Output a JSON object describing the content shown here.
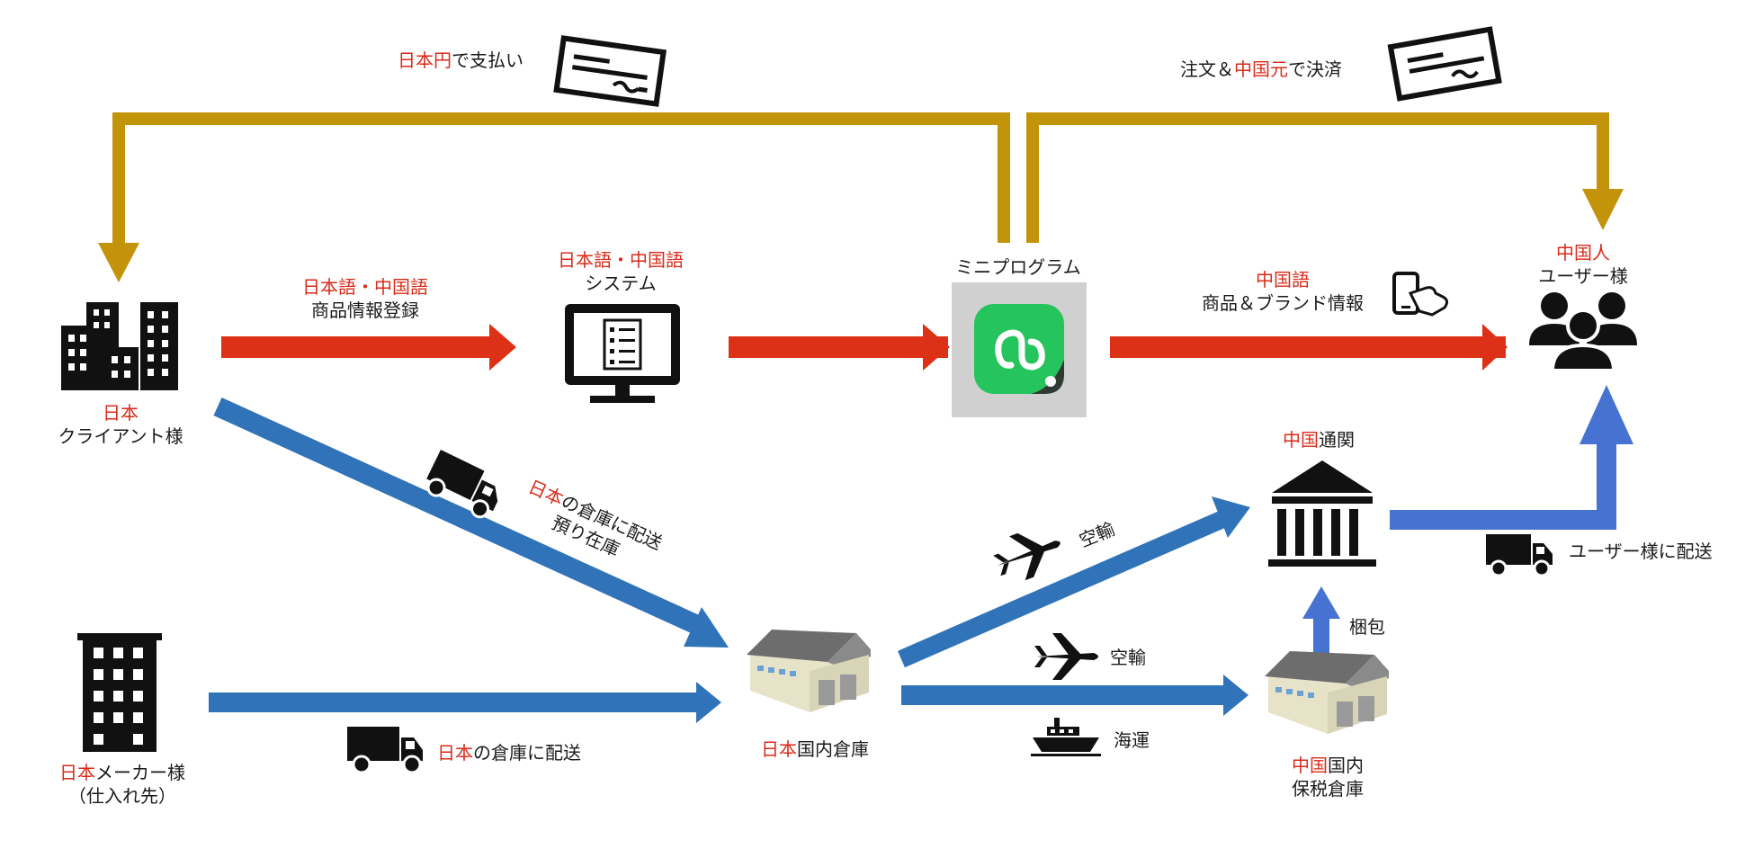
{
  "colors": {
    "payment_flow": "#c39309",
    "info_flow": "#dc3116",
    "logistics_flow": "#3173b8",
    "customer_arrow": "#4673d2",
    "red_text": "#d92b1a",
    "icon": "#111111",
    "app_green": "#26c45c",
    "app_bg": "#cfd0cf"
  },
  "nodes": {
    "client": {
      "line1_red": "日本",
      "line2": "クライアント様",
      "icon": "office-buildings-icon"
    },
    "maker": {
      "line1_red": "日本",
      "line1_black": "メーカー様",
      "line2": "（仕入れ先）",
      "icon": "office-tower-icon"
    },
    "system": {
      "line1": "日本語・中国語",
      "line2": "システム",
      "icon": "monitor-document-icon"
    },
    "miniprogram": {
      "title": "ミニプログラム",
      "icon": "mini-program-app-icon"
    },
    "users": {
      "line1": "中国人",
      "line2": "ユーザー様",
      "icon": "user-group-icon"
    },
    "jp_warehouse": {
      "label_red": "日本",
      "label_black": "国内倉庫",
      "icon": "warehouse-icon"
    },
    "customs": {
      "label_red": "中国",
      "label_black": "通関",
      "icon": "government-building-icon"
    },
    "bonded_warehouse": {
      "line1_red": "中国",
      "line1_black": "国内",
      "line2": "保税倉庫",
      "icon": "warehouse-icon"
    }
  },
  "labels": {
    "pay_jpy": {
      "red": "日本円",
      "black": "で支払い"
    },
    "order_cny": {
      "black1": "注文＆",
      "red": "中国元",
      "black2": "で決済"
    },
    "register": {
      "line1": "日本語・中国語",
      "line2": "商品情報登録"
    },
    "info_cn": {
      "line1": "中国語",
      "line2": "商品＆ブランド情報"
    },
    "deliver_stock": {
      "line1_red": "日本",
      "line1_black": "の倉庫に配送",
      "line2": "預り在庫"
    },
    "deliver_maker": {
      "red": "日本",
      "black": "の倉庫に配送"
    },
    "air_1": "空輸",
    "air_2": "空輸",
    "sea": "海運",
    "packing": "梱包",
    "deliver_user": "ユーザー様に配送"
  },
  "icons": [
    "cheque-icon",
    "cheque-icon",
    "smartphone-touch-icon",
    "truck-icon",
    "truck-icon",
    "truck-icon",
    "airplane-icon",
    "airplane-icon",
    "ship-icon"
  ]
}
